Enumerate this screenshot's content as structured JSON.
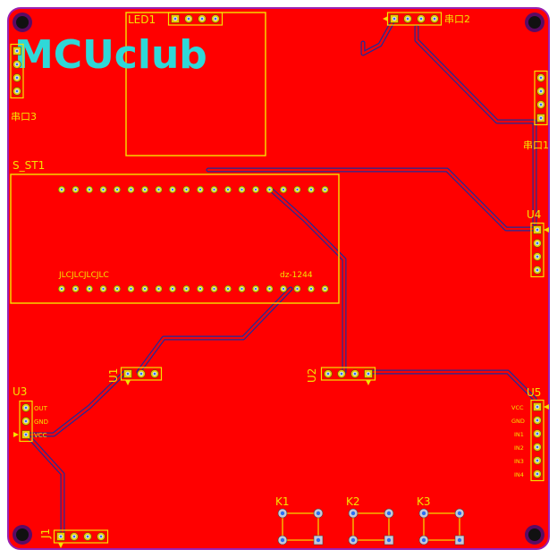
{
  "board": {
    "logo": "MCUclub",
    "colors": {
      "copper": "#ff0000",
      "edge": "#9a1fb0",
      "silkscreen": "#f4e300",
      "logo": "#2fd8d8",
      "trace": "#1f2b9a",
      "pad_ring": "#e6cf00",
      "drill": "#2a6df2"
    }
  },
  "labels": {
    "led1": "LED1",
    "serial2": "串口2",
    "serial1": "串口1",
    "serial3": "串口3",
    "s_st1": "S_ST1",
    "jlc": "JLCJLCJLCJLC",
    "dz": "dz-1244",
    "u1": "U1",
    "u2": "U2",
    "u3": "U3",
    "u4": "U4",
    "u5": "U5",
    "j1": "J1",
    "k1": "K1",
    "k2": "K2",
    "k3": "K3",
    "u3_pins": [
      "OUT",
      "GND",
      "VCC"
    ],
    "u5_pins": [
      "VCC",
      "GND",
      "IN1",
      "IN2",
      "IN3",
      "IN4"
    ]
  }
}
